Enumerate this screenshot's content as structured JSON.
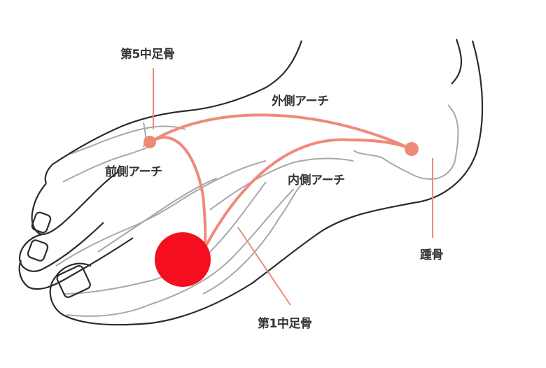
{
  "labels": {
    "metatarsal5": "第5中足骨",
    "lateral_arch": "外側アーチ",
    "transverse_arch": "前側アーチ",
    "medial_arch": "内側アーチ",
    "calcaneus": "踵骨",
    "metatarsal1": "第1中足骨"
  },
  "colors": {
    "outline": "#2b2b2b",
    "bone": "#a8a8a8",
    "arch": "#f08a78",
    "highlight": "#f50f1e"
  }
}
